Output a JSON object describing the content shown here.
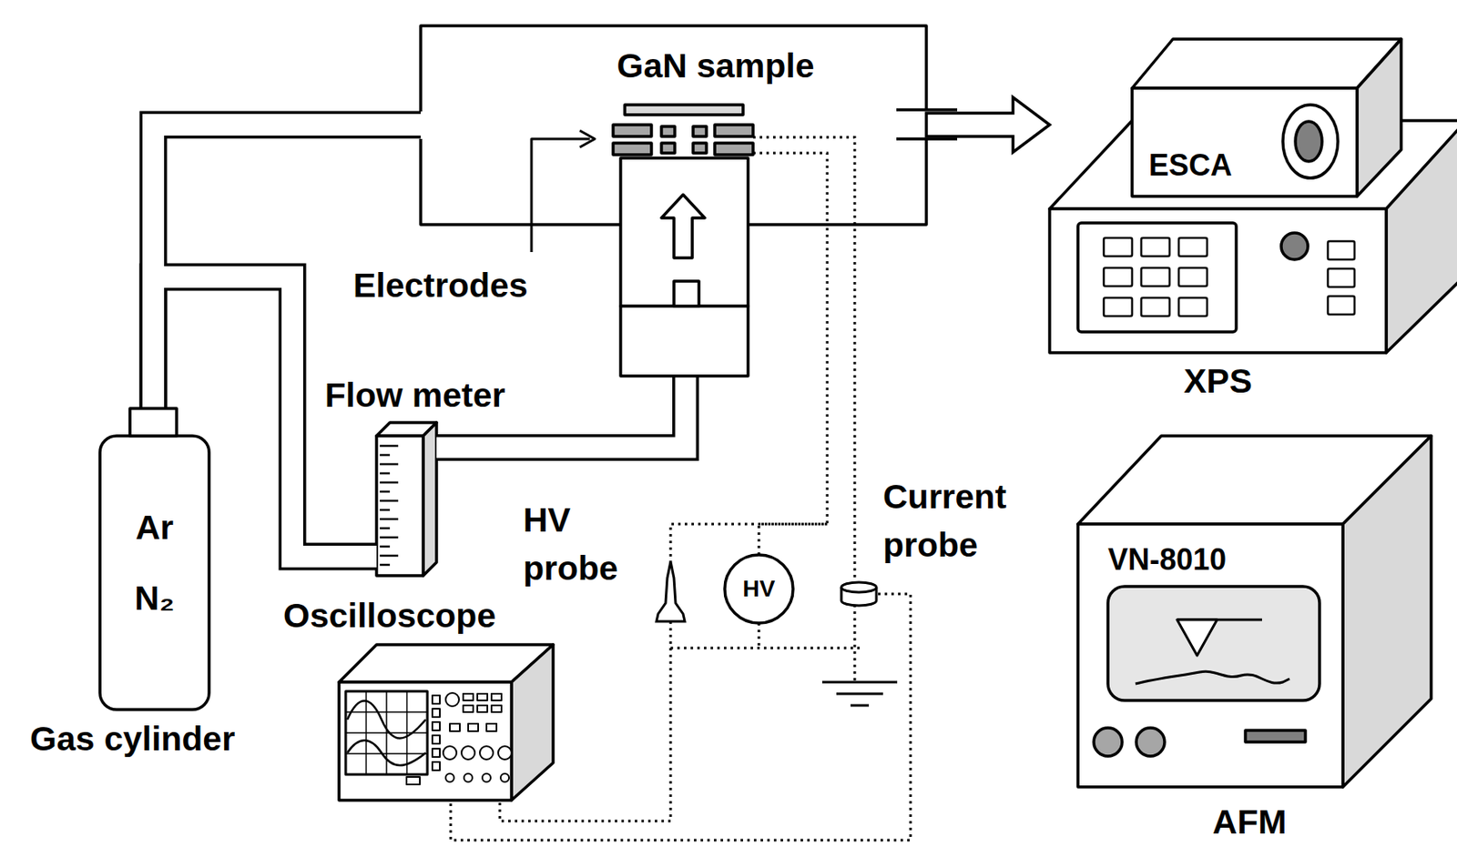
{
  "diagram": {
    "nodes": [
      {
        "text": [
          "GaN sample"
        ]
      },
      {
        "text": [
          "Ar",
          "N₂",
          "Gas cylinder"
        ]
      },
      {
        "text": [
          "Flow meter"
        ]
      },
      {
        "text": [
          "HV"
        ]
      },
      {
        "text": [
          "Oscilloscope"
        ]
      },
      {
        "text": [
          "XPS"
        ]
      },
      {
        "text": [
          "ESCA"
        ],
        "in": 5
      },
      {
        "text": [
          "VN-8010",
          "AFM"
        ]
      }
    ],
    "edges": [
      {
        "from": 1,
        "to": 0,
        "arrow": "none"
      },
      {
        "from": 1,
        "to": 2,
        "arrow": "none"
      },
      {
        "from": 2,
        "to": 0,
        "arrow": "none"
      },
      {
        "from": 3,
        "to": 0,
        "arrow": "none"
      },
      {
        "from": 0,
        "to": 5,
        "arrow": "to"
      }
    ],
    "labels": [
      "Electrodes",
      "HV probe",
      "Current probe"
    ]
  }
}
